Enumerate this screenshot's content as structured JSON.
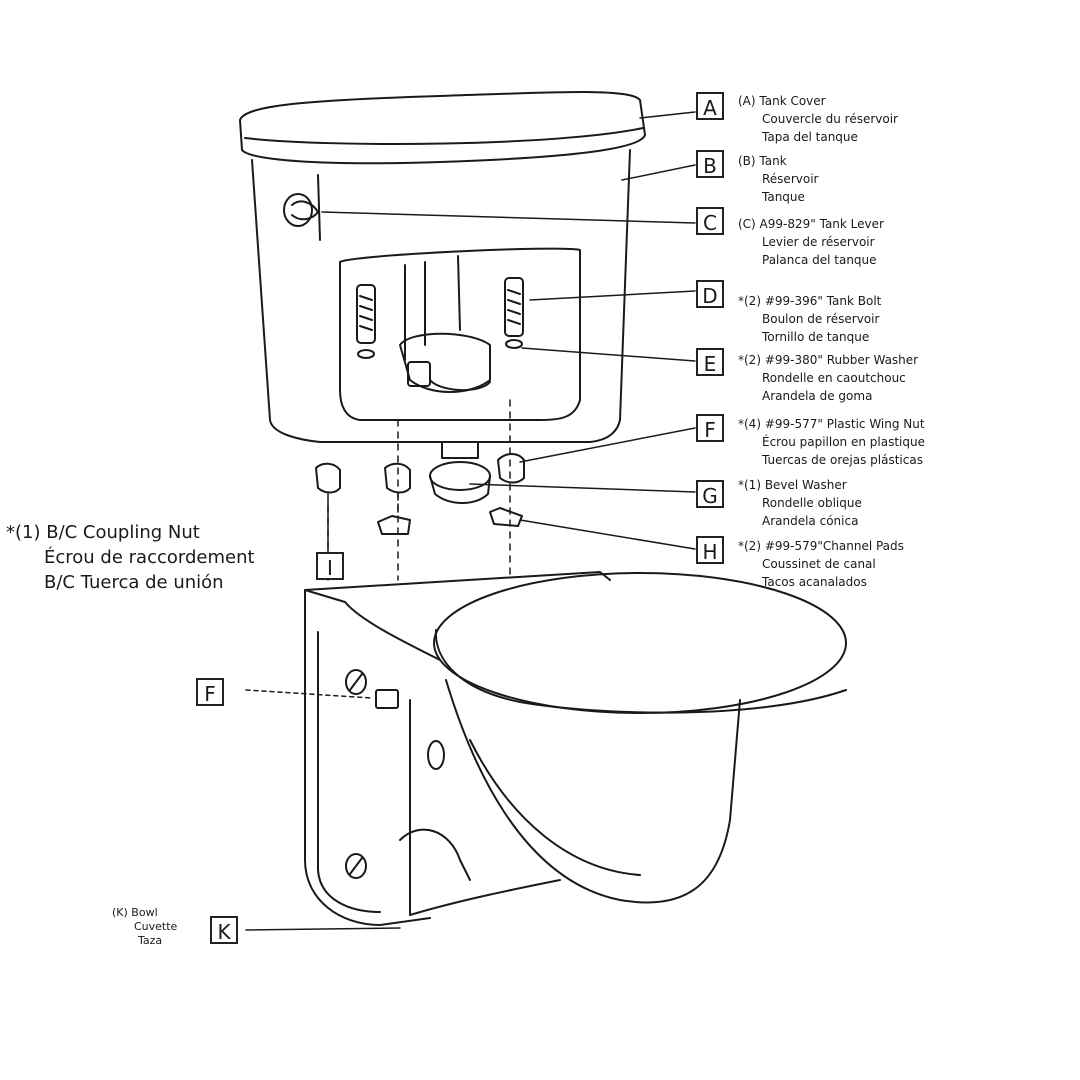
{
  "parts": [
    {
      "key": "A",
      "badge": "A",
      "en": "(A) Tank Cover",
      "fr": "Couvercle du réservoir",
      "es": "Tapa del tanque"
    },
    {
      "key": "B",
      "badge": "B",
      "en": "(B) Tank",
      "fr": "Réservoir",
      "es": "Tanque"
    },
    {
      "key": "C",
      "badge": "C",
      "en": "(C) A99-829\" Tank Lever",
      "fr": "Levier de réservoir",
      "es": "Palanca del tanque"
    },
    {
      "key": "D",
      "badge": "D",
      "en": "*(2) #99-396\" Tank Bolt",
      "fr": "Boulon de réservoir",
      "es": "Tornillo de tanque"
    },
    {
      "key": "E",
      "badge": "E",
      "en": "*(2) #99-380\" Rubber Washer",
      "fr": "Rondelle en caoutchouc",
      "es": "Arandela de goma"
    },
    {
      "key": "F",
      "badge": "F",
      "en": "*(4) #99-577\" Plastic Wing Nut",
      "fr": "Écrou papillon en plastique",
      "es": "Tuercas de orejas plásticas"
    },
    {
      "key": "G",
      "badge": "G",
      "en": "*(1) Bevel Washer",
      "fr": "Rondelle oblique",
      "es": "Arandela cónica"
    },
    {
      "key": "H",
      "badge": "H",
      "en": "*(2) #99-579\"Channel Pads",
      "fr": "Coussinet de canal",
      "es": "Tacos acanalados"
    }
  ],
  "coupling": {
    "badge": "I",
    "en": "*(1) B/C Coupling Nut",
    "fr": "Écrou de raccordement",
    "es": "B/C Tuerca de unión"
  },
  "side_badge_f": "F",
  "bowl": {
    "badge": "K",
    "en": "(K) Bowl",
    "fr": "Cuvette",
    "es": "Taza"
  }
}
